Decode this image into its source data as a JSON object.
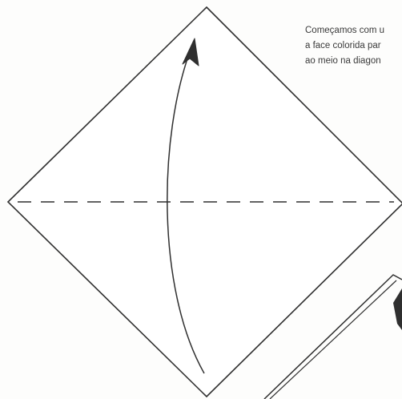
{
  "instructions": {
    "lines": [
      "Começamos com u",
      "a face colorida par",
      "ao meio na diagon"
    ]
  },
  "colors": {
    "line": "#2f2f2f",
    "paper": "#ffffff",
    "text": "#3a3a3a"
  },
  "icons": [
    "fold-arrow-icon",
    "arrowhead-icon"
  ]
}
